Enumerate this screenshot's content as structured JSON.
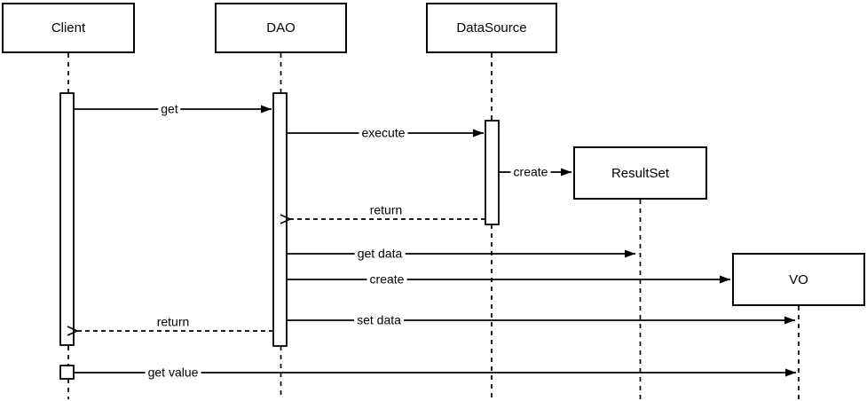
{
  "diagram_type": "uml-sequence-diagram",
  "participants": [
    {
      "label": "Client"
    },
    {
      "label": "DAO"
    },
    {
      "label": "DataSource"
    },
    {
      "label": "ResultSet"
    },
    {
      "label": "VO"
    }
  ],
  "messages": [
    {
      "label": "get",
      "from": "Client",
      "to": "DAO",
      "style": "solid-filled-arrow"
    },
    {
      "label": "execute",
      "from": "DAO",
      "to": "DataSource",
      "style": "solid-filled-arrow"
    },
    {
      "label": "create",
      "from": "DataSource",
      "to": "ResultSet",
      "style": "solid-filled-arrow"
    },
    {
      "label": "return",
      "from": "DataSource",
      "to": "DAO",
      "style": "dashed-open-arrow"
    },
    {
      "label": "get data",
      "from": "DAO",
      "to": "ResultSet",
      "style": "solid-filled-arrow"
    },
    {
      "label": "create",
      "from": "DAO",
      "to": "VO",
      "style": "solid-filled-arrow"
    },
    {
      "label": "set data",
      "from": "DAO",
      "to": "VO",
      "style": "solid-filled-arrow"
    },
    {
      "label": "return",
      "from": "DAO",
      "to": "Client",
      "style": "dashed-open-arrow"
    },
    {
      "label": "get value",
      "from": "Client",
      "to": "VO",
      "style": "solid-filled-arrow"
    }
  ],
  "colors": {
    "stroke": "#000000",
    "fill": "#ffffff"
  }
}
